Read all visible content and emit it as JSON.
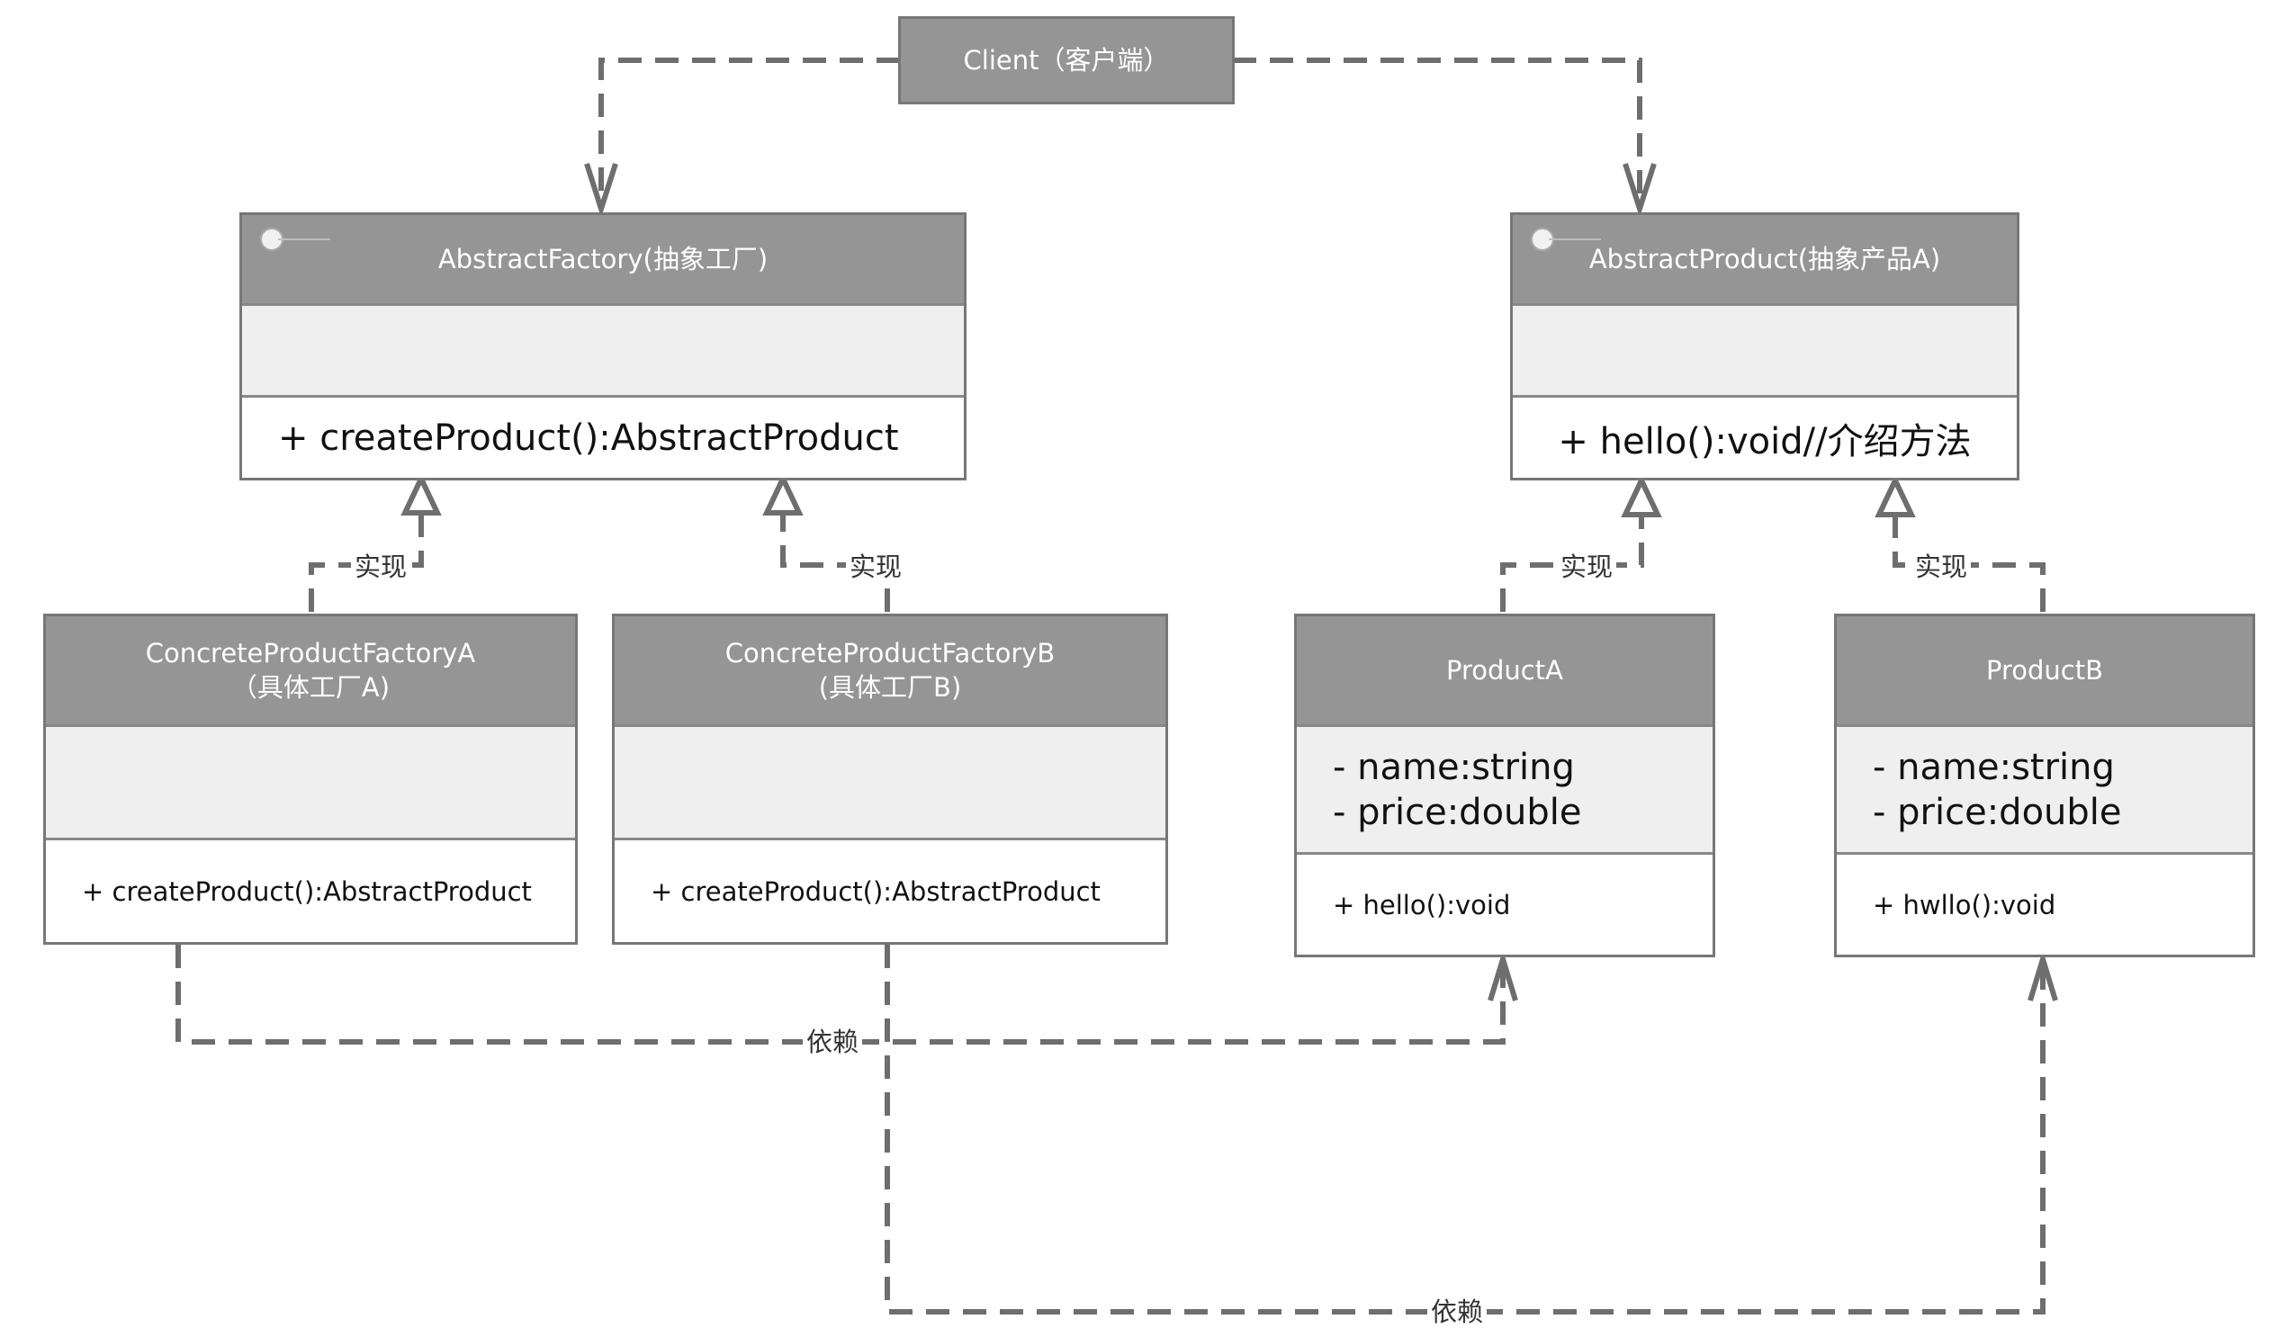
{
  "client": {
    "title": "Client（客户端）"
  },
  "abstract_factory": {
    "title": "AbstractFactory(抽象工厂)",
    "method": "+ createProduct():AbstractProduct"
  },
  "abstract_product": {
    "title": "AbstractProduct(抽象产品A)",
    "method": "+ hello():void//介绍方法"
  },
  "factory_a": {
    "title_line1": "ConcreteProductFactoryA",
    "title_line2": "（具体工厂A)",
    "method": "+ createProduct():AbstractProduct"
  },
  "factory_b": {
    "title_line1": "ConcreteProductFactoryB",
    "title_line2": "(具体工厂B)",
    "method": "+ createProduct():AbstractProduct"
  },
  "product_a": {
    "title": "ProductA",
    "attributes": [
      "- name:string",
      "- price:double"
    ],
    "method": "+ hello():void"
  },
  "product_b": {
    "title": "ProductB",
    "attributes": [
      "- name:string",
      "- price:double"
    ],
    "method": "+ hwllo():void"
  },
  "labels": {
    "realize_1": "实现",
    "realize_2": "实现",
    "realize_3": "实现",
    "realize_4": "实现",
    "depend_1": "依赖",
    "depend_2": "依赖"
  }
}
